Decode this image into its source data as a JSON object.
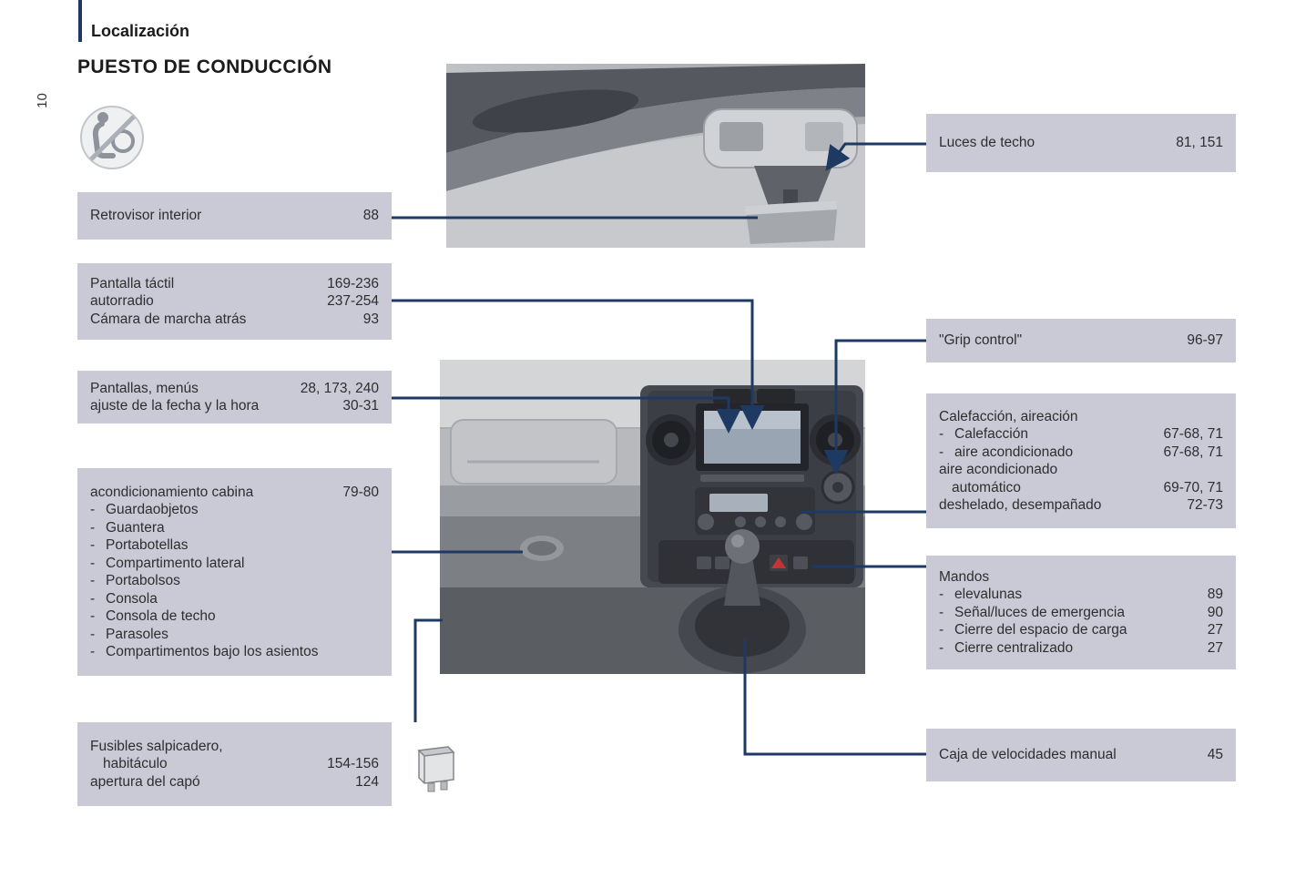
{
  "colors": {
    "line": "#1e3a63",
    "box-bg": "#c9cad5",
    "text": "#2e2e30"
  },
  "page": {
    "section": "Localización",
    "title": "PUESTO DE CONDUCCIÓN",
    "number": "10"
  },
  "bullet": "-",
  "left_boxes": [
    {
      "name": "retrovisor",
      "rows": [
        {
          "label": "Retrovisor interior",
          "pages": "88"
        }
      ]
    },
    {
      "name": "pantalla-tactil",
      "rows": [
        {
          "label": "Pantalla táctil",
          "pages": "169-236"
        },
        {
          "label": "autorradio",
          "pages": "237-254"
        },
        {
          "label": "Cámara de marcha atrás",
          "pages": "93"
        }
      ]
    },
    {
      "name": "pantallas-menus",
      "rows": [
        {
          "label": "Pantallas, menús",
          "pages": "28, 173, 240"
        },
        {
          "label": "ajuste de la fecha y la hora",
          "pages": "30-31"
        }
      ]
    },
    {
      "name": "acondicionamiento",
      "header": {
        "label": "acondicionamiento cabina",
        "pages": "79-80"
      },
      "items": [
        "Guardaobjetos",
        "Guantera",
        "Portabotellas",
        "Compartimento lateral",
        "Portabolsos",
        "Consola",
        "Consola de techo",
        "Parasoles",
        "Compartimentos bajo los asientos"
      ]
    },
    {
      "name": "fusibles",
      "rows": [
        {
          "label": "Fusibles salpicadero,",
          "pages": ""
        },
        {
          "label": "habitáculo",
          "pages": "154-156"
        },
        {
          "label": "apertura del capó",
          "pages": "124"
        }
      ]
    }
  ],
  "right_boxes": [
    {
      "name": "luces-techo",
      "rows": [
        {
          "label": "Luces de techo",
          "pages": "81, 151"
        }
      ]
    },
    {
      "name": "grip-control",
      "rows": [
        {
          "label": "\"Grip control\"",
          "pages": "96-97"
        }
      ]
    },
    {
      "name": "calefaccion",
      "rows": [
        {
          "label": "Calefacción, aireación",
          "pages": ""
        },
        {
          "label": "Calefacción",
          "pages": "67-68, 71"
        },
        {
          "label": "aire acondicionado",
          "pages": "67-68, 71"
        },
        {
          "label": "aire acondicionado",
          "pages": ""
        },
        {
          "label": "automático",
          "pages": "69-70, 71"
        },
        {
          "label": "deshelado, desempañado",
          "pages": "72-73"
        }
      ]
    },
    {
      "name": "mandos",
      "rows": [
        {
          "label": "Mandos",
          "pages": ""
        },
        {
          "label": "elevalunas",
          "pages": "89"
        },
        {
          "label": "Señal/luces de emergencia",
          "pages": "90"
        },
        {
          "label": "Cierre del espacio de carga",
          "pages": "27"
        },
        {
          "label": "Cierre centralizado",
          "pages": "27"
        }
      ]
    },
    {
      "name": "caja-velocidades",
      "rows": [
        {
          "label": "Caja de velocidades manual",
          "pages": "45"
        }
      ]
    }
  ]
}
